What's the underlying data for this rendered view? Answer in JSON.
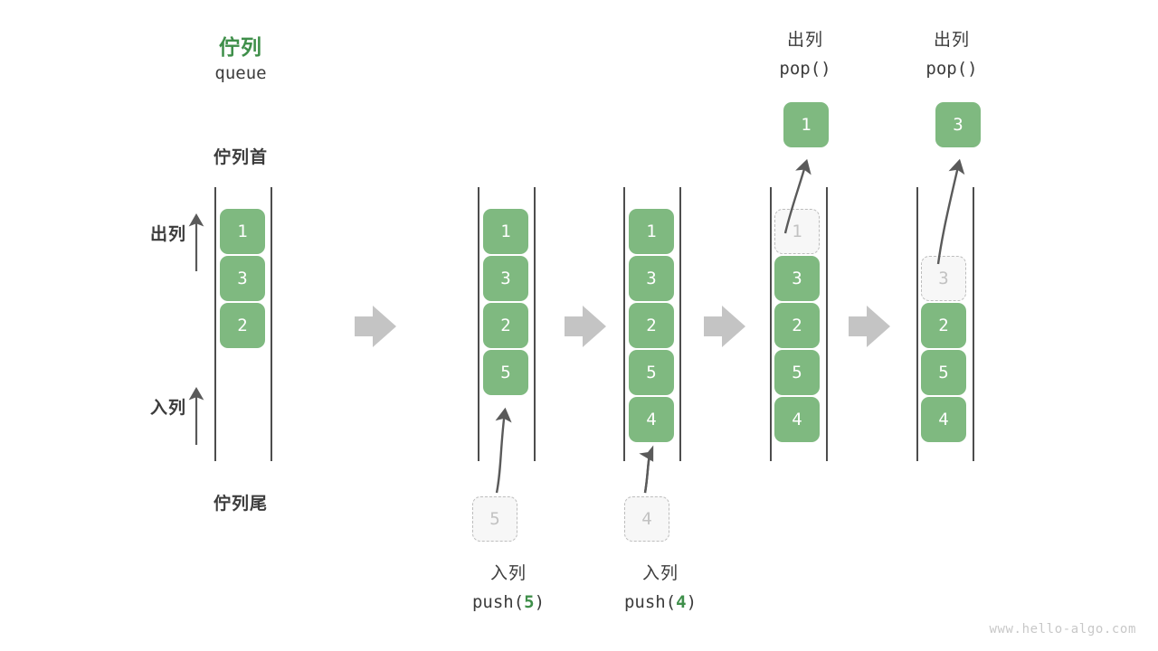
{
  "meta": {
    "watermark": "www.hello-algo.com",
    "colors": {
      "element": "#7fb980",
      "element_text": "#ffffff",
      "ghost_fill": "#f7f7f7",
      "ghost_border": "#bdbdbd",
      "ghost_text": "#c2c2c2",
      "rail": "#4d4d4d",
      "arrow": "#5a5a5a",
      "flow_arrow": "#c4c4c4",
      "accent_green": "#3f8f4a",
      "text": "#3c3c3c"
    }
  },
  "title": {
    "cn": "佇列",
    "en": "queue"
  },
  "labels": {
    "head": "佇列首",
    "tail": "佇列尾",
    "dequeue": "出列",
    "enqueue": "入列"
  },
  "icons": {
    "flow_arrow": "flow-arrow-right-icon",
    "up_arrow": "arrow-up-icon",
    "push_arrow": "curved-arrow-push-icon",
    "pop_arrow": "curved-arrow-pop-icon"
  },
  "columns": [
    {
      "id": "initial",
      "caption_top": null,
      "caption_bottom": null,
      "popped": null,
      "incoming": null,
      "items": [
        {
          "value": "1",
          "state": "normal"
        },
        {
          "value": "3",
          "state": "normal"
        },
        {
          "value": "2",
          "state": "normal"
        }
      ]
    },
    {
      "id": "push-5",
      "caption_top": null,
      "caption_bottom": {
        "cn": "入列",
        "code_prefix": "push(",
        "code_value": "5",
        "code_suffix": ")"
      },
      "popped": null,
      "incoming": {
        "value": "5"
      },
      "items": [
        {
          "value": "1",
          "state": "normal"
        },
        {
          "value": "3",
          "state": "normal"
        },
        {
          "value": "2",
          "state": "normal"
        },
        {
          "value": "5",
          "state": "normal"
        }
      ]
    },
    {
      "id": "push-4",
      "caption_top": null,
      "caption_bottom": {
        "cn": "入列",
        "code_prefix": "push(",
        "code_value": "4",
        "code_suffix": ")"
      },
      "popped": null,
      "incoming": {
        "value": "4"
      },
      "items": [
        {
          "value": "1",
          "state": "normal"
        },
        {
          "value": "3",
          "state": "normal"
        },
        {
          "value": "2",
          "state": "normal"
        },
        {
          "value": "5",
          "state": "normal"
        },
        {
          "value": "4",
          "state": "normal"
        }
      ]
    },
    {
      "id": "pop-1",
      "caption_top": {
        "cn": "出列",
        "code": "pop()"
      },
      "caption_bottom": null,
      "popped": {
        "value": "1"
      },
      "incoming": null,
      "items": [
        {
          "value": "1",
          "state": "ghost"
        },
        {
          "value": "3",
          "state": "normal"
        },
        {
          "value": "2",
          "state": "normal"
        },
        {
          "value": "5",
          "state": "normal"
        },
        {
          "value": "4",
          "state": "normal"
        }
      ]
    },
    {
      "id": "pop-3",
      "caption_top": {
        "cn": "出列",
        "code": "pop()"
      },
      "caption_bottom": null,
      "popped": {
        "value": "3"
      },
      "incoming": null,
      "items": [
        {
          "value": "3",
          "state": "ghost"
        },
        {
          "value": "2",
          "state": "normal"
        },
        {
          "value": "5",
          "state": "normal"
        },
        {
          "value": "4",
          "state": "normal"
        }
      ]
    }
  ]
}
